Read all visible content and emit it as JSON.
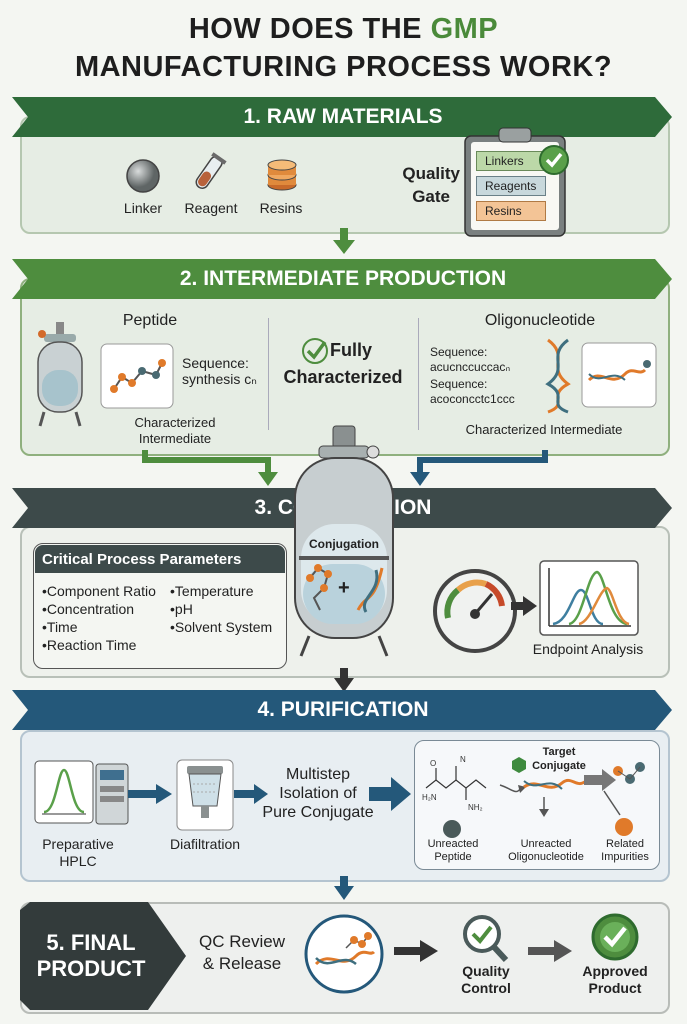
{
  "title": {
    "line1_prefix": "HOW DOES THE ",
    "line1_highlight": "GMP",
    "line2": "MANUFACTURING PROCESS WORK?"
  },
  "step1": {
    "banner": "1. RAW MATERIALS",
    "items": [
      "Linker",
      "Reagent",
      "Resins"
    ],
    "quality_gate": [
      "Quality",
      "Gate"
    ],
    "checklist": [
      "Linkers",
      "Reagents",
      "Resins"
    ]
  },
  "step2": {
    "banner": "2. INTERMEDIATE PRODUCTION",
    "peptide": {
      "title": "Peptide",
      "seq_label": "Sequence:",
      "seq_value": "synthesis cₙ",
      "caption": "Characterized Intermediate"
    },
    "center": [
      "Fully",
      "Characterized"
    ],
    "oligo": {
      "title": "Oligonucleotide",
      "seq1_label": "Sequence:",
      "seq1_value": "acucnccuccacₙ",
      "seq2_label": "Sequence:",
      "seq2_value": "acoconcctc1ccc",
      "caption": "Characterized Intermediate"
    }
  },
  "step3": {
    "banner": "3. CONJUGATION",
    "vessel_label": "Conjugation",
    "cpp_title": "Critical Process Parameters",
    "params_left": [
      "Component Ratio",
      "Concentration",
      "Time",
      "Reaction Time"
    ],
    "params_right": [
      "Temperature",
      "pH",
      "Solvent System"
    ],
    "endpoint": "Endpoint Analysis"
  },
  "step4": {
    "banner": "4. PURIFICATION",
    "hplc": [
      "Preparative",
      "HPLC"
    ],
    "diafiltration": "Diafiltration",
    "isolation": [
      "Multistep",
      "Isolation of",
      "Pure Conjugate"
    ],
    "target": [
      "Target",
      "Conjugate"
    ],
    "unreacted_peptide": [
      "Unreacted",
      "Peptide"
    ],
    "unreacted_oligo": [
      "Unreacted",
      "Oligonucleotide"
    ],
    "related": [
      "Related",
      "Impurities"
    ],
    "mol_labels": {
      "n": "N",
      "o": "O",
      "h2n": "H₂N",
      "nh2": "NH₂"
    }
  },
  "step5": {
    "banner": [
      "5. FINAL",
      "PRODUCT"
    ],
    "qc": [
      "QC Review",
      "& Release"
    ],
    "quality_control": [
      "Quality",
      "Control"
    ],
    "approved": [
      "Approved",
      "Product"
    ]
  },
  "colors": {
    "green_dark": "#2e6b3a",
    "green_mid": "#4e8d3e",
    "slate": "#3d4a4a",
    "blue": "#24587a",
    "charcoal": "#333b3b"
  }
}
